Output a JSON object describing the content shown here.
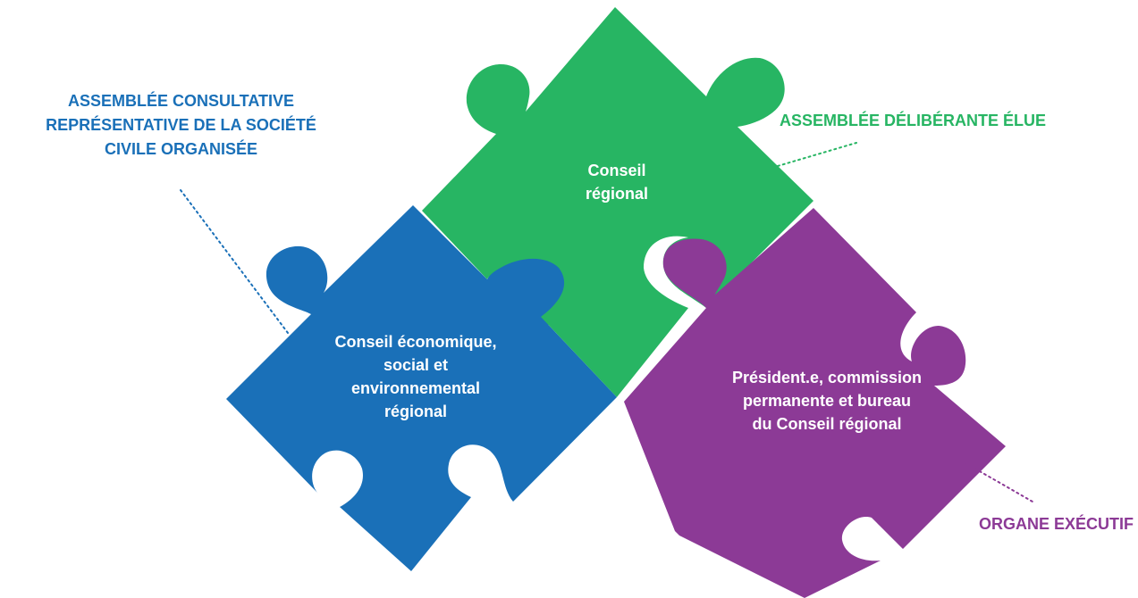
{
  "pieces": {
    "conseil_regional": {
      "label": "Conseil\nrégional",
      "color": "#27b563"
    },
    "ceser": {
      "label": "Conseil économique,\nsocial et\nenvironnemental\nrégional",
      "color": "#1a70b8"
    },
    "executif": {
      "label": "Président.e, commission\npermanente et bureau\ndu Conseil régional",
      "color": "#8c3a96"
    }
  },
  "callouts": {
    "consultative": {
      "text": "ASSEMBLÉE CONSULTATIVE\nREPRÉSENTATIVE DE LA  SOCIÉTÉ\nCIVILE ORGANISÉE",
      "color": "#1a70b8"
    },
    "deliberante": {
      "text": "ASSEMBLÉE DÉLIBÉRANTE ÉLUE",
      "color": "#27b563"
    },
    "executif": {
      "text": "ORGANE EXÉCUTIF",
      "color": "#8c3a96"
    }
  }
}
